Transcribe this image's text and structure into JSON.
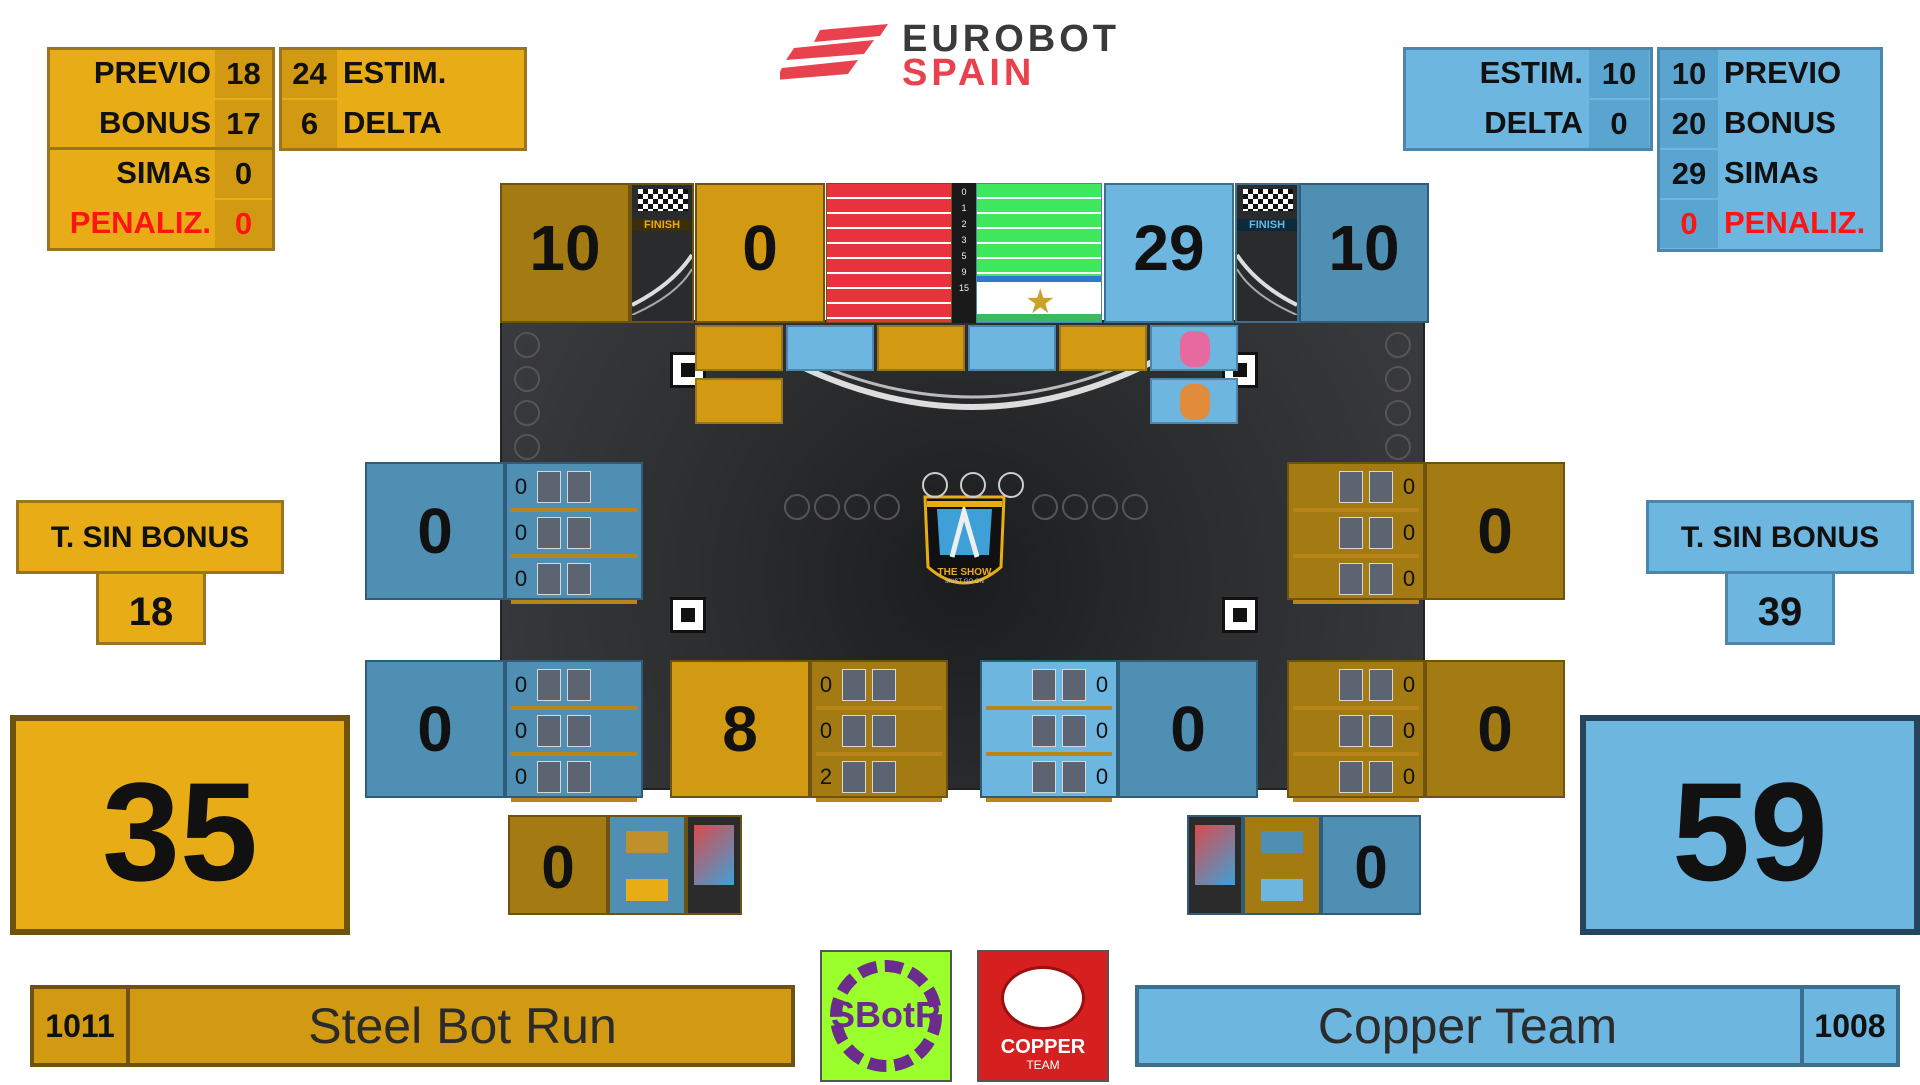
{
  "brand": {
    "line1": "EUROBOT",
    "line2": "SPAIN"
  },
  "left_stats": {
    "previo_label": "PREVIO",
    "previo_value": "18",
    "estim_value": "24",
    "estim_label": "ESTIM.",
    "bonus_label": "BONUS",
    "bonus_value": "17",
    "delta_value": "6",
    "delta_label": "DELTA",
    "simas_label": "SIMAs",
    "simas_value": "0",
    "penaliz_label": "PENALIZ.",
    "penaliz_value": "0"
  },
  "right_stats": {
    "estim_label": "ESTIM.",
    "estim_value": "10",
    "previo_value": "10",
    "previo_label": "PREVIO",
    "delta_label": "DELTA",
    "delta_value": "0",
    "bonus_value": "20",
    "bonus_label": "BONUS",
    "simas_value": "29",
    "simas_label": "SIMAs",
    "penaliz_value": "0",
    "penaliz_label": "PENALIZ."
  },
  "top_scores": {
    "yellow_finish": "10",
    "yellow_center": "0",
    "blue_center": "29",
    "blue_finish": "10",
    "finish_label": "FINISH",
    "meter_ticks": [
      "0",
      "1",
      "2",
      "3",
      "5",
      "9",
      "15"
    ]
  },
  "sin_bonus": {
    "label": "T. SIN BONUS",
    "yellow_value": "18",
    "blue_value": "39"
  },
  "totals": {
    "yellow": "35",
    "blue": "59"
  },
  "zones": {
    "left_top": {
      "value": "0",
      "shelves": [
        "0",
        "0",
        "0"
      ]
    },
    "right_top": {
      "value": "0",
      "shelves": [
        "0",
        "0",
        "0"
      ]
    },
    "left_bottom": {
      "value": "0",
      "shelves": [
        "0",
        "0",
        "0"
      ]
    },
    "center_left": {
      "value": "8",
      "shelves": [
        "0",
        "0",
        "2"
      ]
    },
    "center_right": {
      "value": "0",
      "shelves": [
        "0",
        "0",
        "0"
      ]
    },
    "right_bottom": {
      "value": "0",
      "shelves": [
        "0",
        "0",
        "0"
      ]
    }
  },
  "pit": {
    "yellow": "0",
    "blue": "0"
  },
  "center_logo": {
    "line1": "THE SHOW",
    "line2": "MUST GO ON"
  },
  "teams": {
    "yellow": {
      "id": "1011",
      "name": "Steel Bot Run",
      "logo": "SBotR"
    },
    "blue": {
      "id": "1008",
      "name": "Copper Team",
      "logo_line1": "COPPER",
      "logo_line2": "TEAM"
    }
  },
  "colors": {
    "yellow": "#e8ad16",
    "blue": "#6cb6df",
    "gold": "#a37b12",
    "steel": "#4f8fb3",
    "penalty": "#ff1414"
  }
}
